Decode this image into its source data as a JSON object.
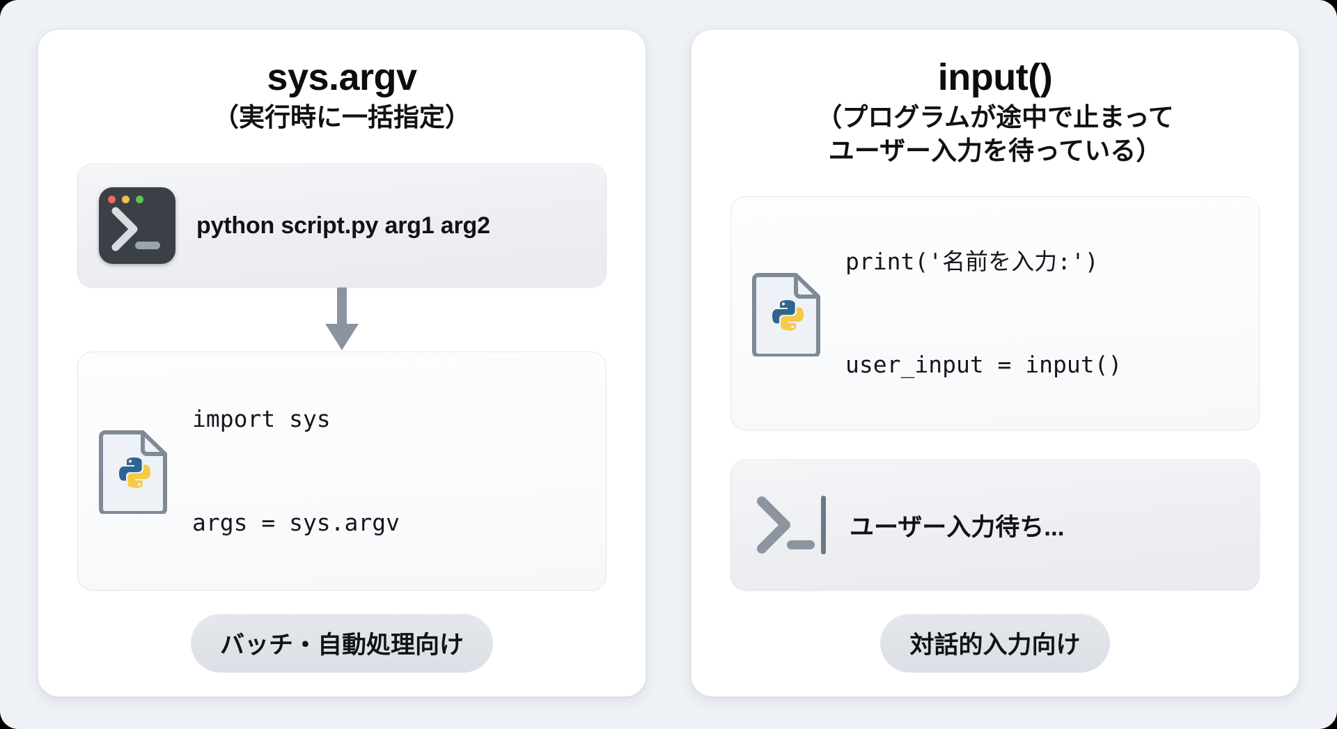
{
  "page": {
    "background_color": "#eef1f6",
    "panel_color": "#ffffff"
  },
  "panels": [
    {
      "id": "sys-argv",
      "title": "sys.argv",
      "subtitle_lines": [
        "（実行時に一括指定）"
      ],
      "command_card": {
        "icon": "terminal-icon",
        "text": "python script.py arg1 arg2"
      },
      "arrow": "arrow-down-icon",
      "code_card": {
        "icon": "python-file-icon",
        "lines": [
          "import sys",
          "args = sys.argv"
        ]
      },
      "badge": "バッチ・自動処理向け"
    },
    {
      "id": "input",
      "title": "input()",
      "subtitle_lines": [
        "（プログラムが途中で止まって",
        "ユーザー入力を待っている）"
      ],
      "code_card": {
        "icon": "python-file-icon",
        "lines": [
          "print('名前を入力:')",
          "user_input = input()"
        ]
      },
      "wait_card": {
        "icon": "terminal-prompt-icon",
        "text": "ユーザー入力待ち..."
      },
      "badge": "対話的入力向け"
    }
  ],
  "colors": {
    "terminal_body": "#3b4046",
    "dot_red": "#ee6a5f",
    "dot_yellow": "#f5bd4f",
    "dot_green": "#61c454",
    "python_blue": "#2f6491",
    "python_yellow": "#f5cb46",
    "file_outline": "#7f8a97",
    "arrow_gray": "#8b949f",
    "badge_gray": "#e0e3e9"
  }
}
